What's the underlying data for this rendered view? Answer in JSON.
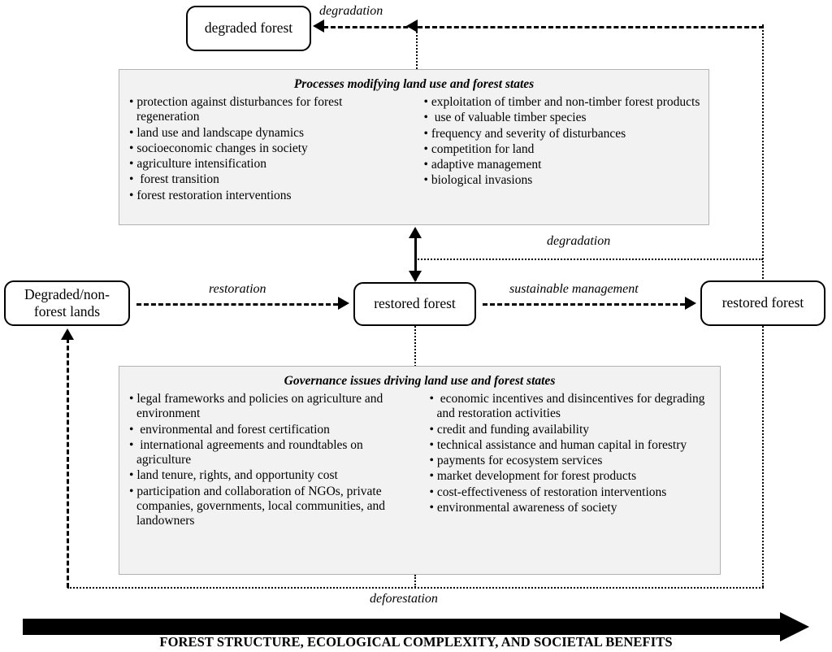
{
  "boxes": {
    "degraded_forest": "degraded forest",
    "degraded_non_forest_lands": "Degraded/non-\nforest lands",
    "degraded_non_forest_lands_line1": "Degraded/non-",
    "degraded_non_forest_lands_line2": "forest lands",
    "restored_forest_middle": "restored forest",
    "restored_forest_right": "restored forest"
  },
  "edge_labels": {
    "degradation_top": "degradation",
    "degradation_middle": "degradation",
    "restoration": "restoration",
    "sustainable_management": "sustainable management",
    "deforestation": "deforestation"
  },
  "processes_panel": {
    "title": "Processes modifying land use and forest states",
    "left_items": [
      "protection against disturbances for forest regeneration",
      "land use and landscape dynamics",
      "socioeconomic changes in society",
      "agriculture intensification",
      " forest transition",
      "forest restoration interventions"
    ],
    "right_items": [
      "exploitation of timber and non-timber forest products",
      " use of valuable timber species",
      "frequency and severity of disturbances",
      "competition for land",
      "adaptive management",
      "biological invasions"
    ]
  },
  "governance_panel": {
    "title": "Governance issues driving land use and forest states",
    "left_items": [
      "legal frameworks and policies on agriculture and environment",
      " environmental and forest certification",
      " international agreements and roundtables on agriculture",
      "land tenure, rights, and opportunity cost",
      "participation and collaboration of NGOs, private companies, governments, local communities, and landowners"
    ],
    "right_items": [
      " economic incentives and disincentives for degrading and restoration activities",
      "credit and funding availability",
      "technical assistance and human capital in forestry",
      "payments for ecosystem services",
      "market development for forest products",
      "cost-effectiveness of restoration interventions",
      "environmental awareness of society"
    ]
  },
  "bottom_axis": {
    "caption": "FOREST STRUCTURE, ECOLOGICAL COMPLEXITY, AND SOCIETAL BENEFITS",
    "direction": "right"
  },
  "colors": {
    "panel_fill": "#f2f2f2",
    "panel_border": "#b3b3b3",
    "stroke": "#000000",
    "background": "#ffffff"
  }
}
